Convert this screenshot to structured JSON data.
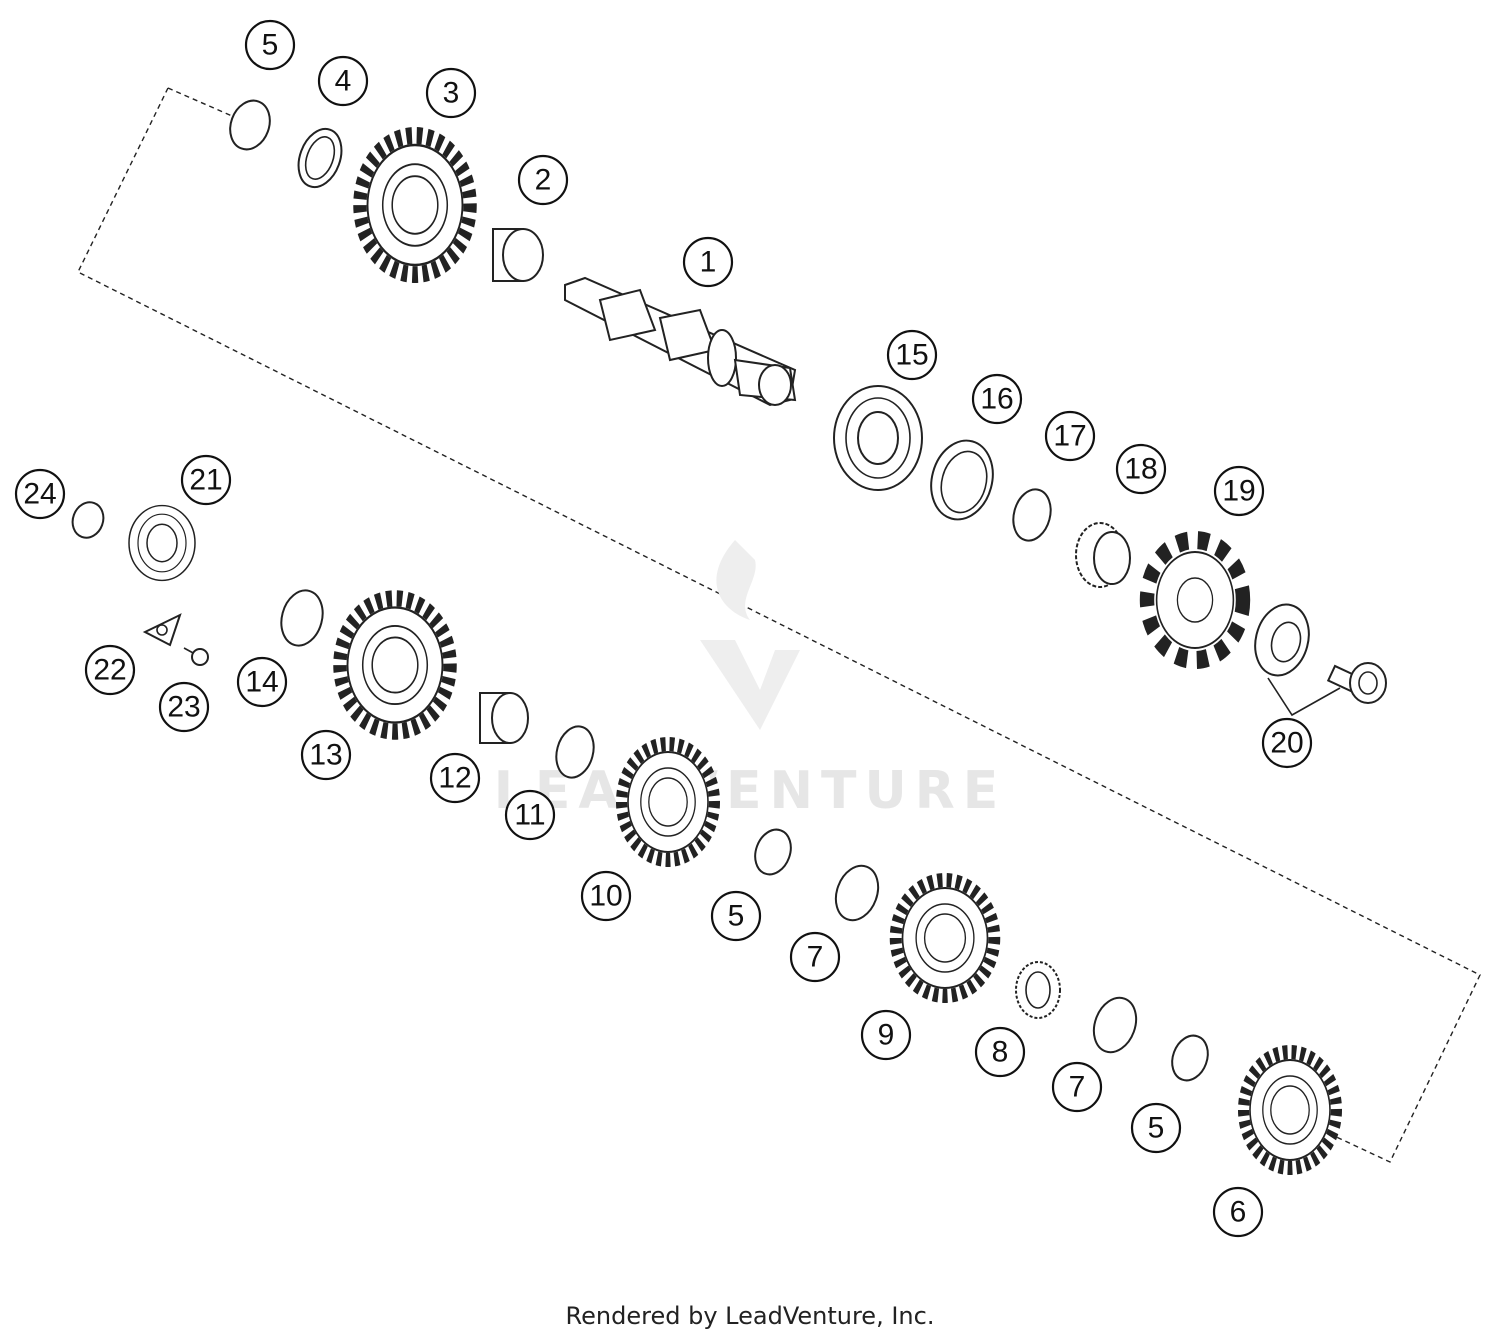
{
  "diagram": {
    "watermark": "LEADVENTURE",
    "footer": "Rendered by LeadVenture, Inc.",
    "callouts": {
      "c1": "1",
      "c2": "2",
      "c3": "3",
      "c4": "4",
      "c5a": "5",
      "c5b": "5",
      "c5c": "5",
      "c6": "6",
      "c7a": "7",
      "c7b": "7",
      "c8": "8",
      "c9": "9",
      "c10": "10",
      "c11": "11",
      "c12": "12",
      "c13": "13",
      "c14": "14",
      "c15": "15",
      "c16": "16",
      "c17": "17",
      "c18": "18",
      "c19": "19",
      "c20": "20",
      "c21": "21",
      "c22": "22",
      "c23": "23",
      "c24": "24"
    }
  }
}
